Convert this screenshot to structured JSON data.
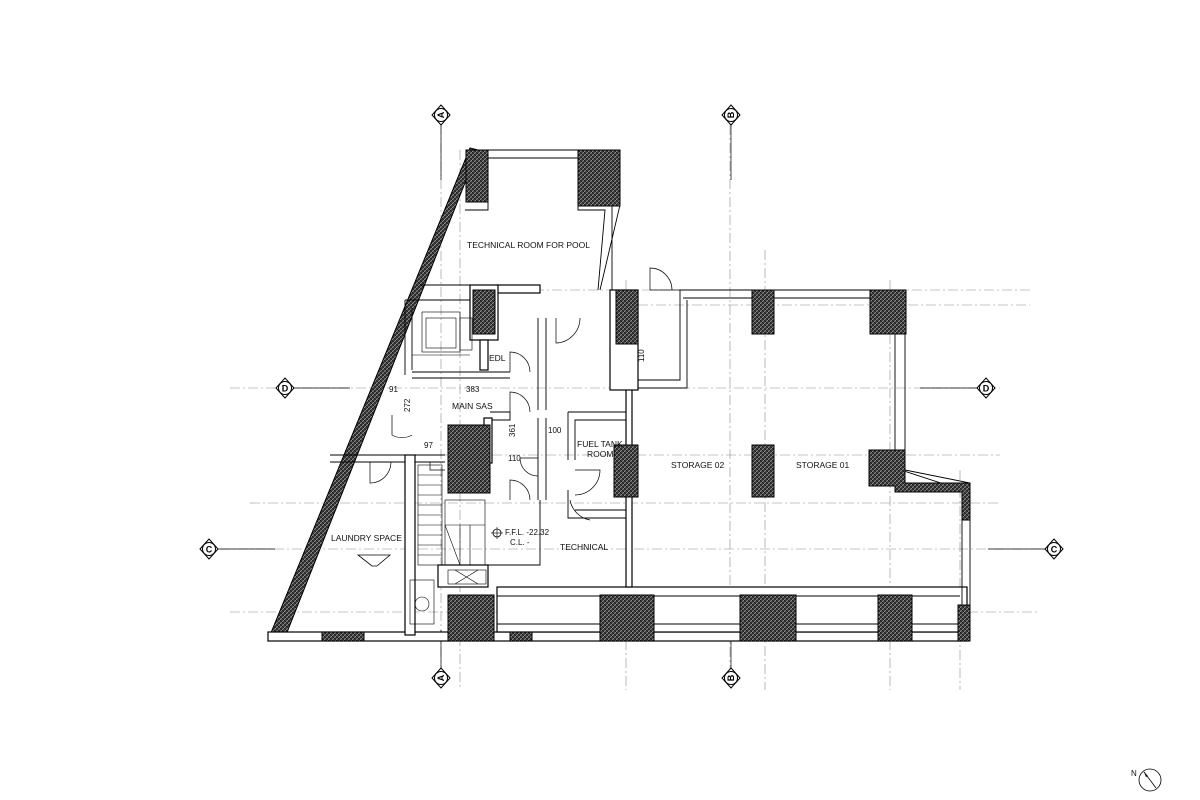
{
  "rooms": {
    "technical_pool": "TECHNICAL ROOM FOR POOL",
    "edl": "EDL",
    "main_sas": "MAIN SAS",
    "fuel_tank_line1": "FUEL TANK",
    "fuel_tank_line2": "ROOM",
    "storage_02": "STORAGE 02",
    "storage_01": "STORAGE 01",
    "laundry": "LAUNDRY SPACE",
    "technical": "TECHNICAL"
  },
  "dimensions": {
    "d91": "91",
    "d383": "383",
    "d272": "272",
    "d97": "97",
    "d361": "361",
    "d100": "100",
    "d110a": "110",
    "d110b": "110"
  },
  "levels": {
    "ffl": "F.F.L. -22.32",
    "cl": "C.L. -"
  },
  "axes": {
    "a": "A",
    "b": "B",
    "c": "C",
    "d": "D"
  },
  "north": "N"
}
